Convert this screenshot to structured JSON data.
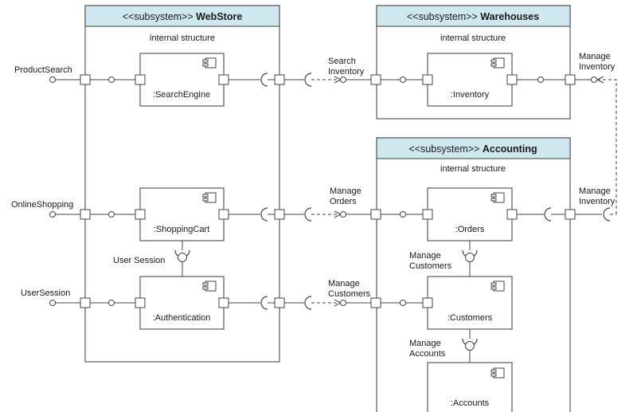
{
  "subsystems": {
    "webstore": {
      "stereotype": "<<subsystem>>",
      "name": "WebStore",
      "caption": "internal structure"
    },
    "warehouses": {
      "stereotype": "<<subsystem>>",
      "name": "Warehouses",
      "caption": "internal structure"
    },
    "accounting": {
      "stereotype": "<<subsystem>>",
      "name": "Accounting",
      "caption": "internal structure"
    }
  },
  "components": {
    "search_engine": ":SearchEngine",
    "shopping_cart": ":ShoppingCart",
    "authentication": ":Authentication",
    "inventory": ":Inventory",
    "orders": ":Orders",
    "customers": ":Customers",
    "accounts": ":Accounts"
  },
  "interfaces": {
    "product_search": "ProductSearch",
    "online_shopping": "OnlineShopping",
    "user_session_ext": "UserSession",
    "user_session_int": "User Session",
    "search_inventory": [
      "Search",
      "Inventory"
    ],
    "manage_orders": [
      "Manage",
      "Orders"
    ],
    "manage_customers_ext": [
      "Manage",
      "Customers"
    ],
    "manage_customers_int": [
      "Manage",
      "Customers"
    ],
    "manage_accounts": [
      "Manage",
      "Accounts"
    ],
    "manage_inventory_top": [
      "Manage",
      "Inventory"
    ],
    "manage_inventory_mid": [
      "Manage",
      "Inventory"
    ]
  }
}
